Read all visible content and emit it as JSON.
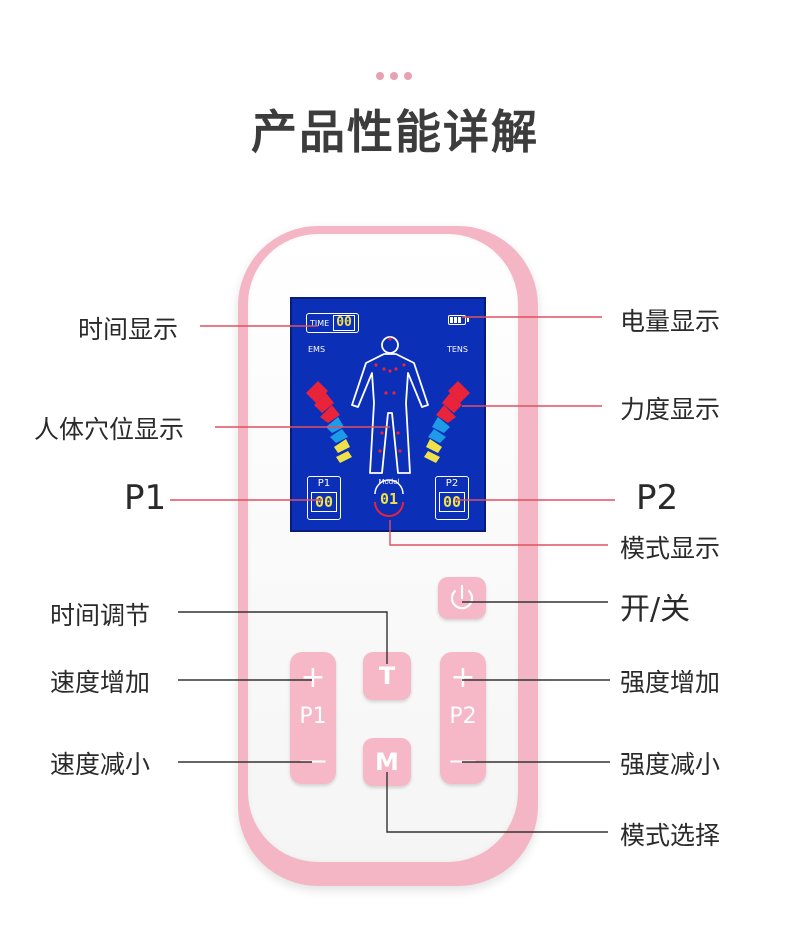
{
  "header": {
    "title": "产品性能详解"
  },
  "screen": {
    "time_label": "TIME",
    "time_value": "00",
    "mode_left": "EMS",
    "mode_right": "TENS",
    "p1_label": "P1",
    "p1_value": "00",
    "p2_label": "P2",
    "p2_value": "00",
    "model_label": "Model",
    "model_value": "01"
  },
  "buttons": {
    "t_label": "T",
    "m_label": "M",
    "plus": "+",
    "minus": "—",
    "p1": "P1",
    "p2": "P2"
  },
  "callouts": {
    "time_display": "时间显示",
    "battery_display": "电量显示",
    "acupoint_display": "人体穴位显示",
    "strength_display": "力度显示",
    "p1": "P1",
    "p2": "P2",
    "mode_display": "模式显示",
    "time_adjust": "时间调节",
    "power": "开/关",
    "speed_up": "速度增加",
    "intensity_up": "强度增加",
    "speed_down": "速度减小",
    "intensity_down": "强度减小",
    "mode_select": "模式选择"
  },
  "colors": {
    "accent_pink": "#f6b7c6",
    "screen_blue": "#0c2fb8",
    "callout_line_red": "#e05060",
    "callout_line_dark": "#333333",
    "segment_yellow": "#f0e14a"
  }
}
